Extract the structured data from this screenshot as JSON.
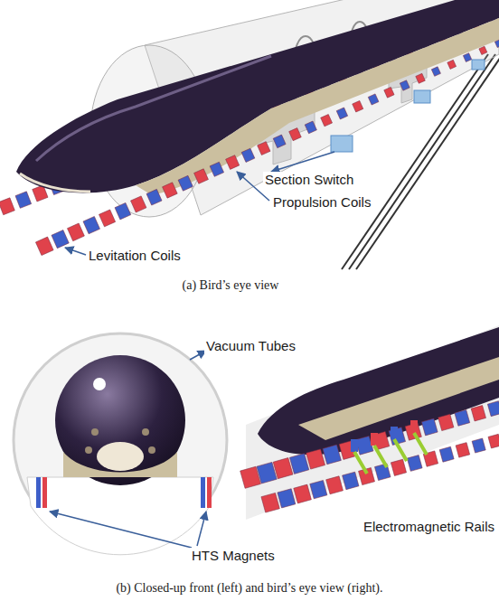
{
  "diagram": {
    "labels": [
      "Section Switch",
      "Propulsion Coils",
      "Levitation Coils",
      "(a) Bird’s eye view",
      "Vacuum Tubes",
      "HTS Magnets",
      "Electromagnetic Rails",
      "(b) Closed-up front (left) and bird’s eye view (right)."
    ]
  }
}
